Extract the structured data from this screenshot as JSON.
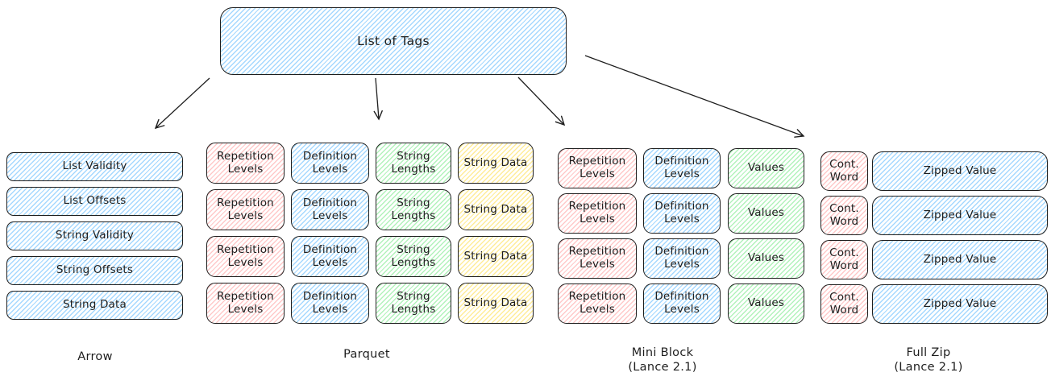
{
  "root_label": "List of Tags",
  "palette": {
    "stroke": "#1e1e1e",
    "blue": "#a5d8ff",
    "red": "#ffc9c9",
    "green": "#b2f2bb",
    "yellow": "#ffec99"
  },
  "arrow_group": {
    "caption": "Arrow",
    "items": [
      "List Validity",
      "List Offsets",
      "String Validity",
      "String Offsets",
      "String Data"
    ]
  },
  "parquet_group": {
    "caption": "Parquet",
    "row_count": 4,
    "columns": [
      {
        "label": "Repetition Levels",
        "color": "red"
      },
      {
        "label": "Definition Levels",
        "color": "blue"
      },
      {
        "label": "String Lengths",
        "color": "green"
      },
      {
        "label": "String Data",
        "color": "yellow"
      }
    ]
  },
  "mini_block_group": {
    "caption_line1": "Mini Block",
    "caption_line2": "(Lance 2.1)",
    "row_count": 4,
    "columns": [
      {
        "label": "Repetition Levels",
        "color": "red"
      },
      {
        "label": "Definition Levels",
        "color": "blue"
      },
      {
        "label": "Values",
        "color": "green"
      }
    ]
  },
  "full_zip_group": {
    "caption_line1": "Full Zip",
    "caption_line2": "(Lance 2.1)",
    "row_count": 4,
    "columns": [
      {
        "label": "Cont. Word",
        "color": "red"
      },
      {
        "label": "Zipped Value",
        "color": "blue"
      }
    ]
  }
}
